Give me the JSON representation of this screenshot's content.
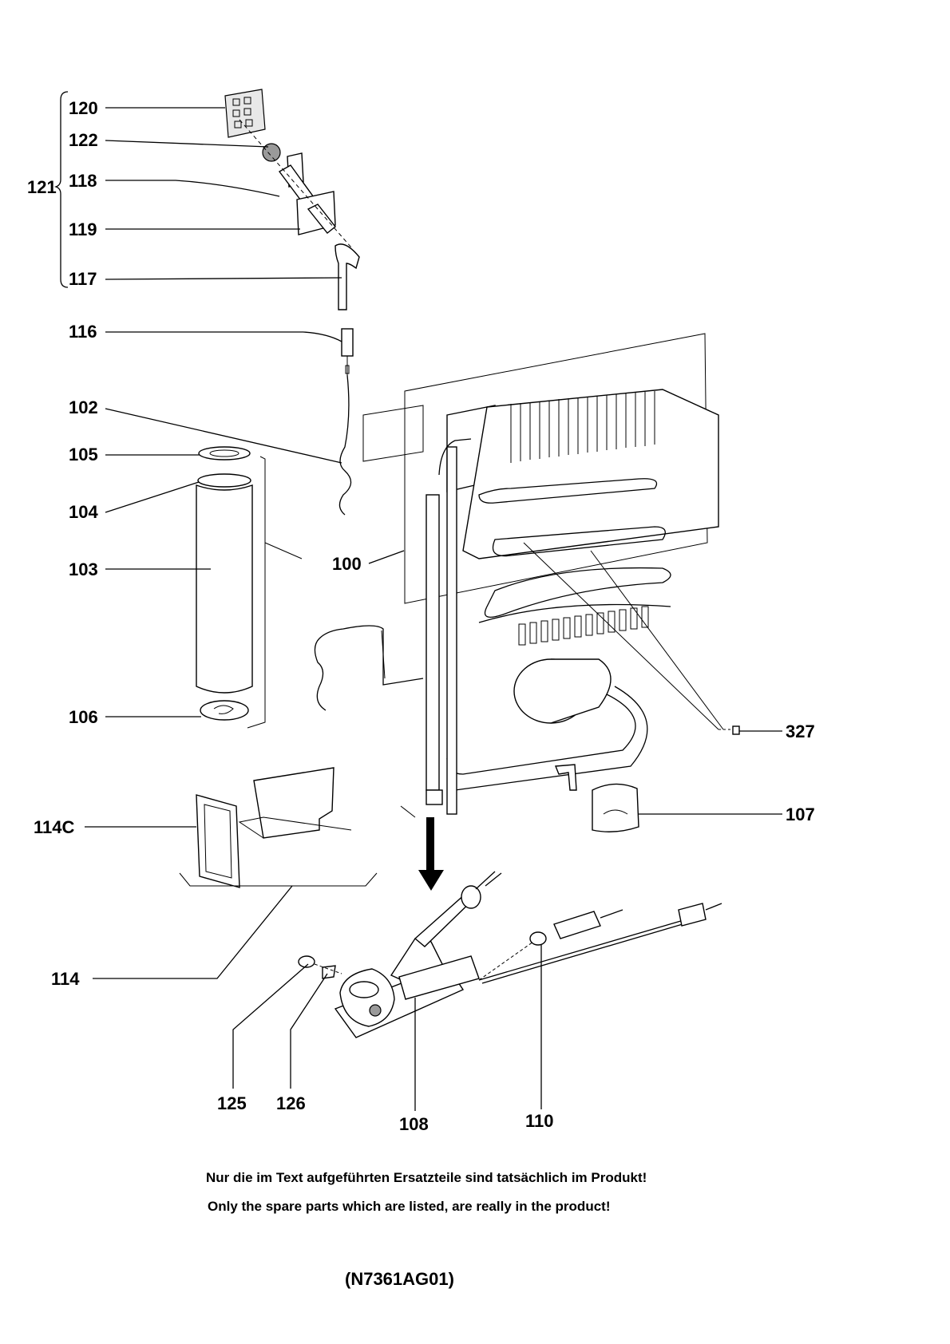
{
  "labels": {
    "p120": "120",
    "p122": "122",
    "p121": "121",
    "p118": "118",
    "p119": "119",
    "p117": "117",
    "p116": "116",
    "p102": "102",
    "p105": "105",
    "p104": "104",
    "p103": "103",
    "p100": "100",
    "p106": "106",
    "p327": "327",
    "p107": "107",
    "p114C": "114C",
    "p114": "114",
    "p125": "125",
    "p126": "126",
    "p108": "108",
    "p110": "110"
  },
  "notes": {
    "german": "Nur die im Text aufgeführten Ersatzteile sind tatsächlich im Produkt!",
    "english": "Only the spare parts which are listed, are really in the product!"
  },
  "drawing_code": "(N7361AG01)"
}
